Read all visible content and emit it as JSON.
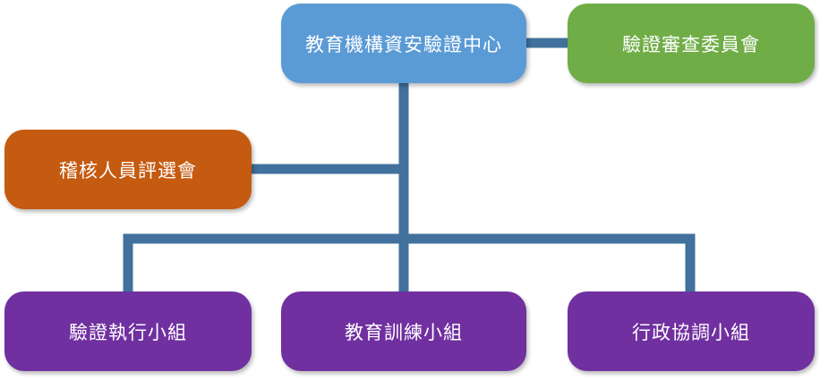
{
  "colors": {
    "connector": "#41719c",
    "center": "#5b9bd5",
    "review": "#70ad47",
    "evaluation": "#c55a11",
    "group": "#7030a0",
    "text": "#ffffff"
  },
  "nodes": {
    "center": "教育機構資安驗證中心",
    "review_committee": "驗證審查委員會",
    "evaluation_committee": "稽核人員評選會",
    "execution_group": "驗證執行小組",
    "training_group": "教育訓練小組",
    "admin_group": "行政協調小組"
  }
}
